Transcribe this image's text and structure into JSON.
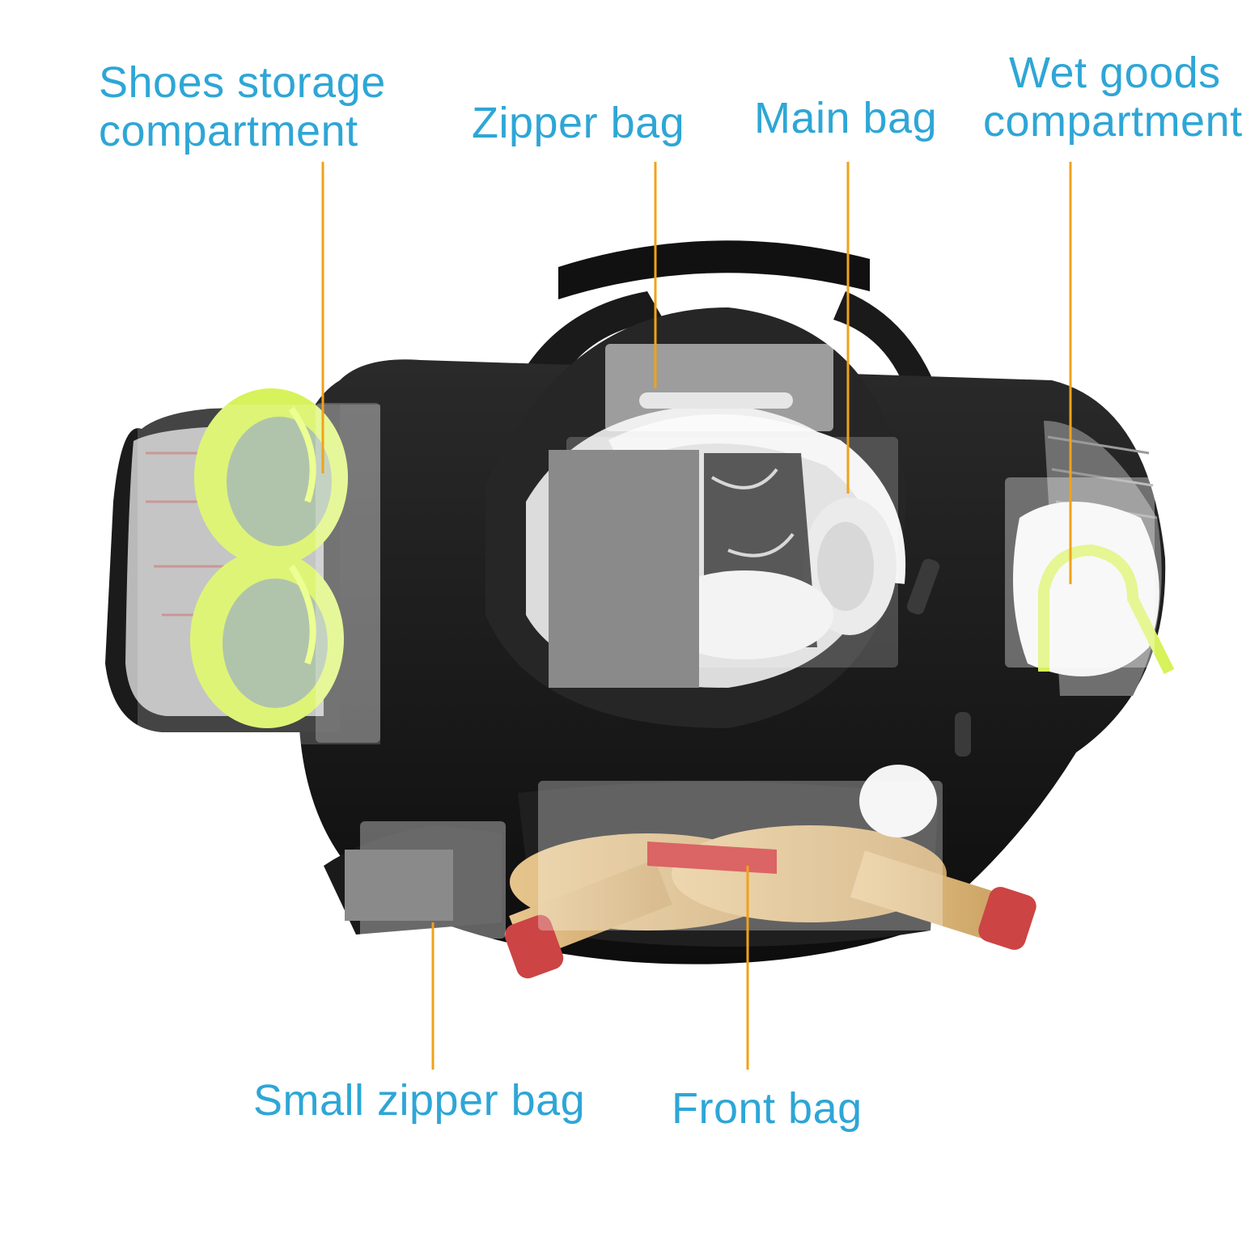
{
  "labels": {
    "shoes_line1": "Shoes storage",
    "shoes_line2": "compartment",
    "zipper_bag": "Zipper bag",
    "main_bag": "Main bag",
    "wet_line1": "Wet goods",
    "wet_line2": "compartment",
    "small_zipper_bag": "Small zipper bag",
    "front_bag": "Front bag"
  },
  "colors": {
    "label_text": "#2ea6d6",
    "leader_line": "#f0a21a",
    "bag_body": "#151515",
    "shoe_accent": "#d7f25a"
  }
}
